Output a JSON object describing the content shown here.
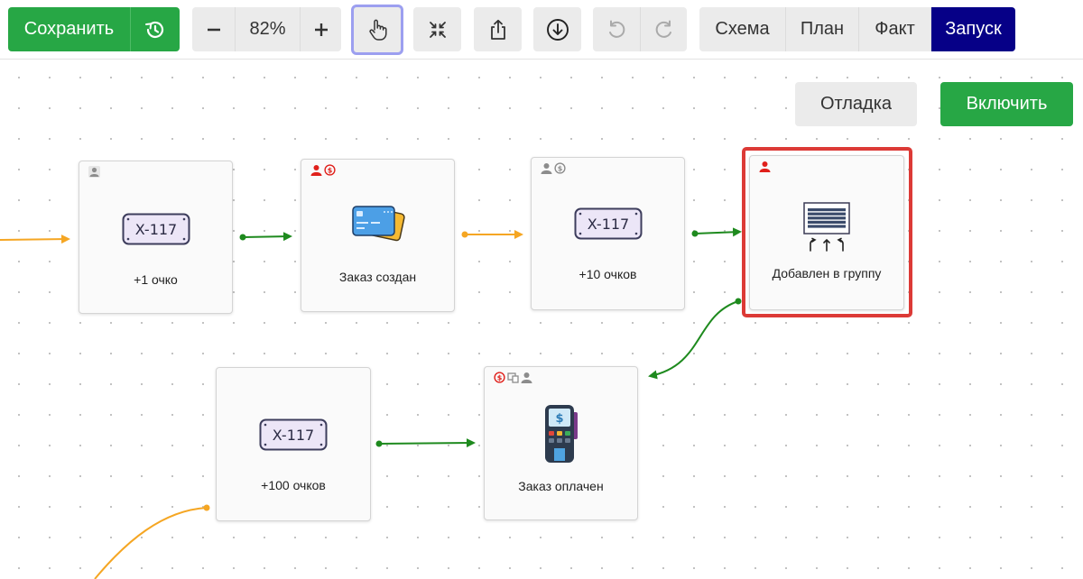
{
  "toolbar": {
    "save_label": "Сохранить",
    "zoom_value": "82%",
    "tabs": [
      {
        "label": "Схема",
        "active": false
      },
      {
        "label": "План",
        "active": false
      },
      {
        "label": "Факт",
        "active": false
      },
      {
        "label": "Запуск",
        "active": true
      }
    ]
  },
  "actions": {
    "debug_label": "Отладка",
    "enable_label": "Включить"
  },
  "nodes": [
    {
      "label": "+1 очко",
      "icon": "badge-x117-icon",
      "badge_text": "X-117"
    },
    {
      "label": "Заказ создан",
      "icon": "credit-cards-icon"
    },
    {
      "label": "+10 очков",
      "icon": "badge-x117-icon",
      "badge_text": "X-117"
    },
    {
      "label": "Добавлен в группу",
      "icon": "group-stack-icon"
    },
    {
      "label": "+100 очков",
      "icon": "badge-x117-icon",
      "badge_text": "X-117"
    },
    {
      "label": "Заказ оплачен",
      "icon": "payment-terminal-icon"
    }
  ],
  "colors": {
    "green": "#27a745",
    "tab_active": "#060087",
    "wire_green": "#1e8a1e",
    "wire_orange": "#f5a623",
    "selection": "#dc3a36",
    "badge_red": "#e0201b",
    "badge_gray": "#8c8c8c"
  }
}
